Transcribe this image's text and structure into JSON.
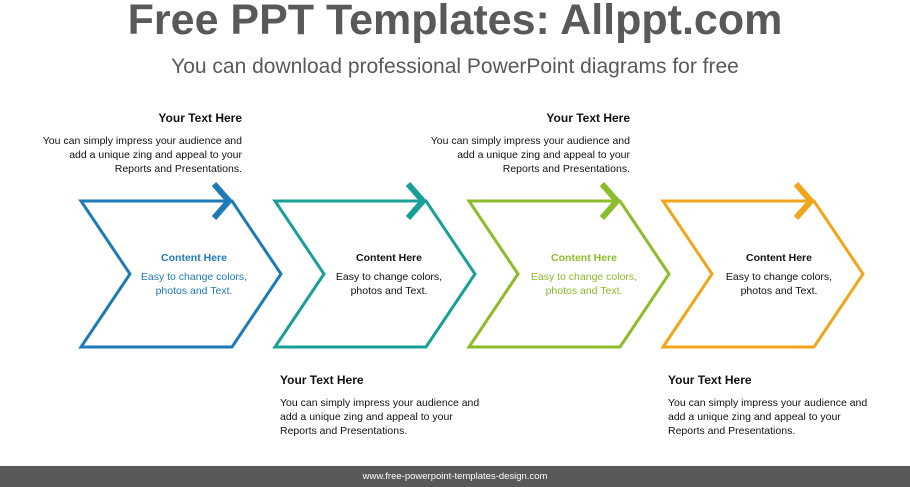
{
  "header": {
    "title": "Free PPT Templates: Allppt.com",
    "subtitle": "You can download professional PowerPoint diagrams for free"
  },
  "steps": [
    {
      "color": "#1f7ab8",
      "content_title": "Content  Here",
      "content_line1": "Easy to change colors,",
      "content_line2": "photos and Text."
    },
    {
      "color": "#18a097",
      "content_title": "Content  Here",
      "content_line1": "Easy to change colors,",
      "content_line2": "photos and Text."
    },
    {
      "color": "#8cbb2c",
      "content_title": "Content  Here",
      "content_line1": "Easy to change colors,",
      "content_line2": "photos and Text."
    },
    {
      "color": "#f0a51a",
      "content_title": "Content  Here",
      "content_line1": "Easy to change colors,",
      "content_line2": "photos and Text."
    }
  ],
  "text_blocks": [
    {
      "title": "Your Text  Here",
      "line1": "You can simply impress your audience and",
      "line2": "add a unique zing and appeal to your",
      "line3": "Reports and Presentations."
    },
    {
      "title": "Your Text  Here",
      "line1": "You can simply impress your audience and",
      "line2": "add a unique zing and appeal to your",
      "line3": "Reports and Presentations."
    },
    {
      "title": "Your Text  Here",
      "line1": "You can simply impress your audience and",
      "line2": "add a unique zing and appeal to your",
      "line3": "Reports and Presentations."
    },
    {
      "title": "Your Text  Here",
      "line1": "You can simply impress your audience and",
      "line2": "add a unique zing and appeal to your",
      "line3": "Reports and Presentations."
    }
  ],
  "footer": {
    "text": "www.free-powerpoint-templates-design.com"
  }
}
